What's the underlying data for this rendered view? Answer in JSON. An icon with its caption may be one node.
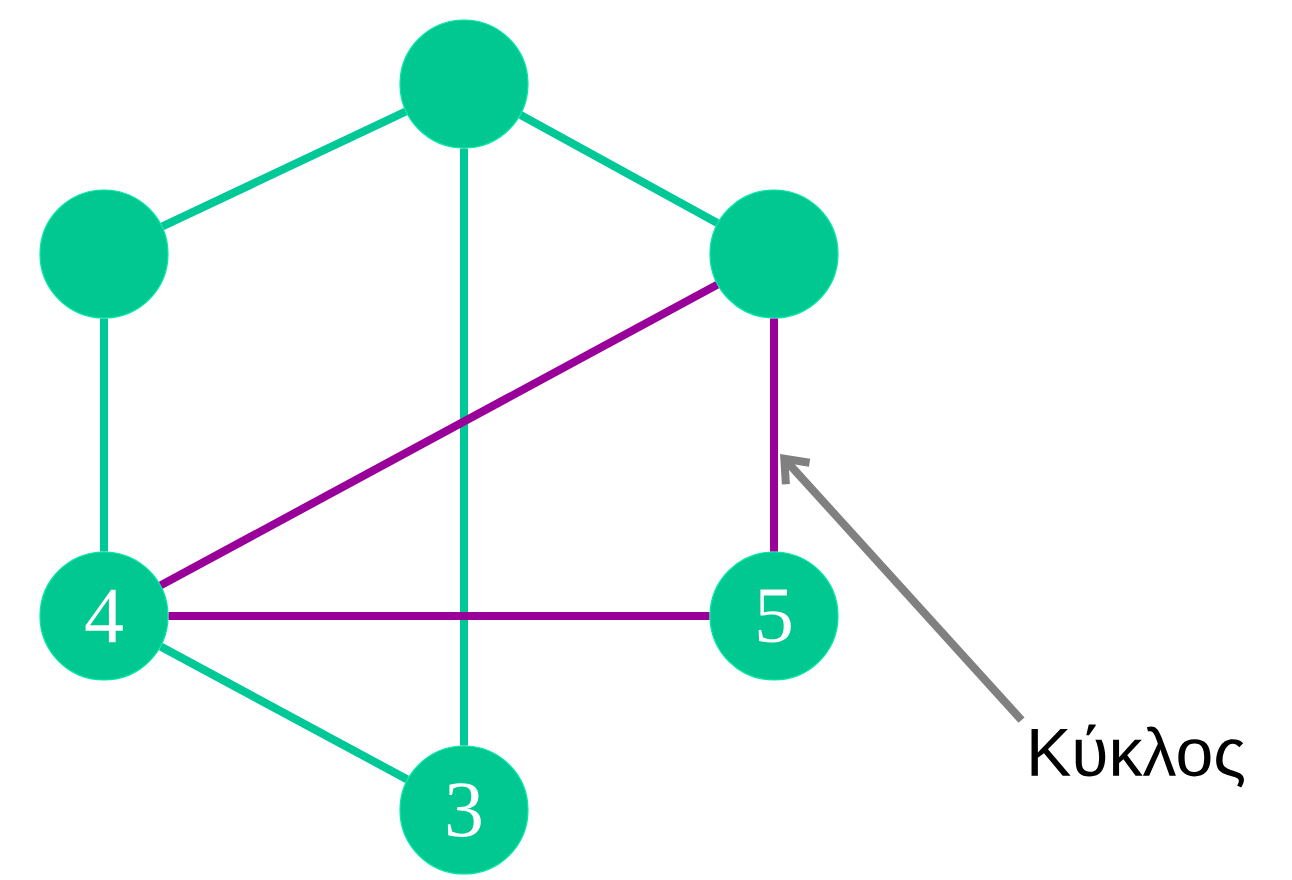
{
  "diagram": {
    "nodes": [
      {
        "text": [],
        "shape": "circle"
      },
      {
        "text": [],
        "shape": "circle"
      },
      {
        "text": [],
        "shape": "circle"
      },
      {
        "text": [
          "4"
        ]
      },
      {
        "text": [
          "5"
        ]
      },
      {
        "text": [
          "3"
        ]
      },
      {
        "text": [
          "Κύκλος"
        ]
      }
    ],
    "edges": [
      {
        "from": 0,
        "to": 1,
        "arrow": "none"
      },
      {
        "from": 0,
        "to": 2,
        "arrow": "none"
      },
      {
        "from": 0,
        "to": 5,
        "arrow": "none"
      },
      {
        "from": 1,
        "to": 3,
        "arrow": "none"
      },
      {
        "from": 2,
        "to": 3,
        "arrow": "none",
        "color": "#990099"
      },
      {
        "from": 2,
        "to": 4,
        "arrow": "none",
        "color": "#990099"
      },
      {
        "from": 3,
        "to": 4,
        "arrow": "none",
        "color": "#990099"
      },
      {
        "from": 3,
        "to": 5,
        "arrow": "none"
      },
      {
        "from": 6,
        "to": null,
        "arrow": "to",
        "color": "#808080"
      }
    ]
  }
}
